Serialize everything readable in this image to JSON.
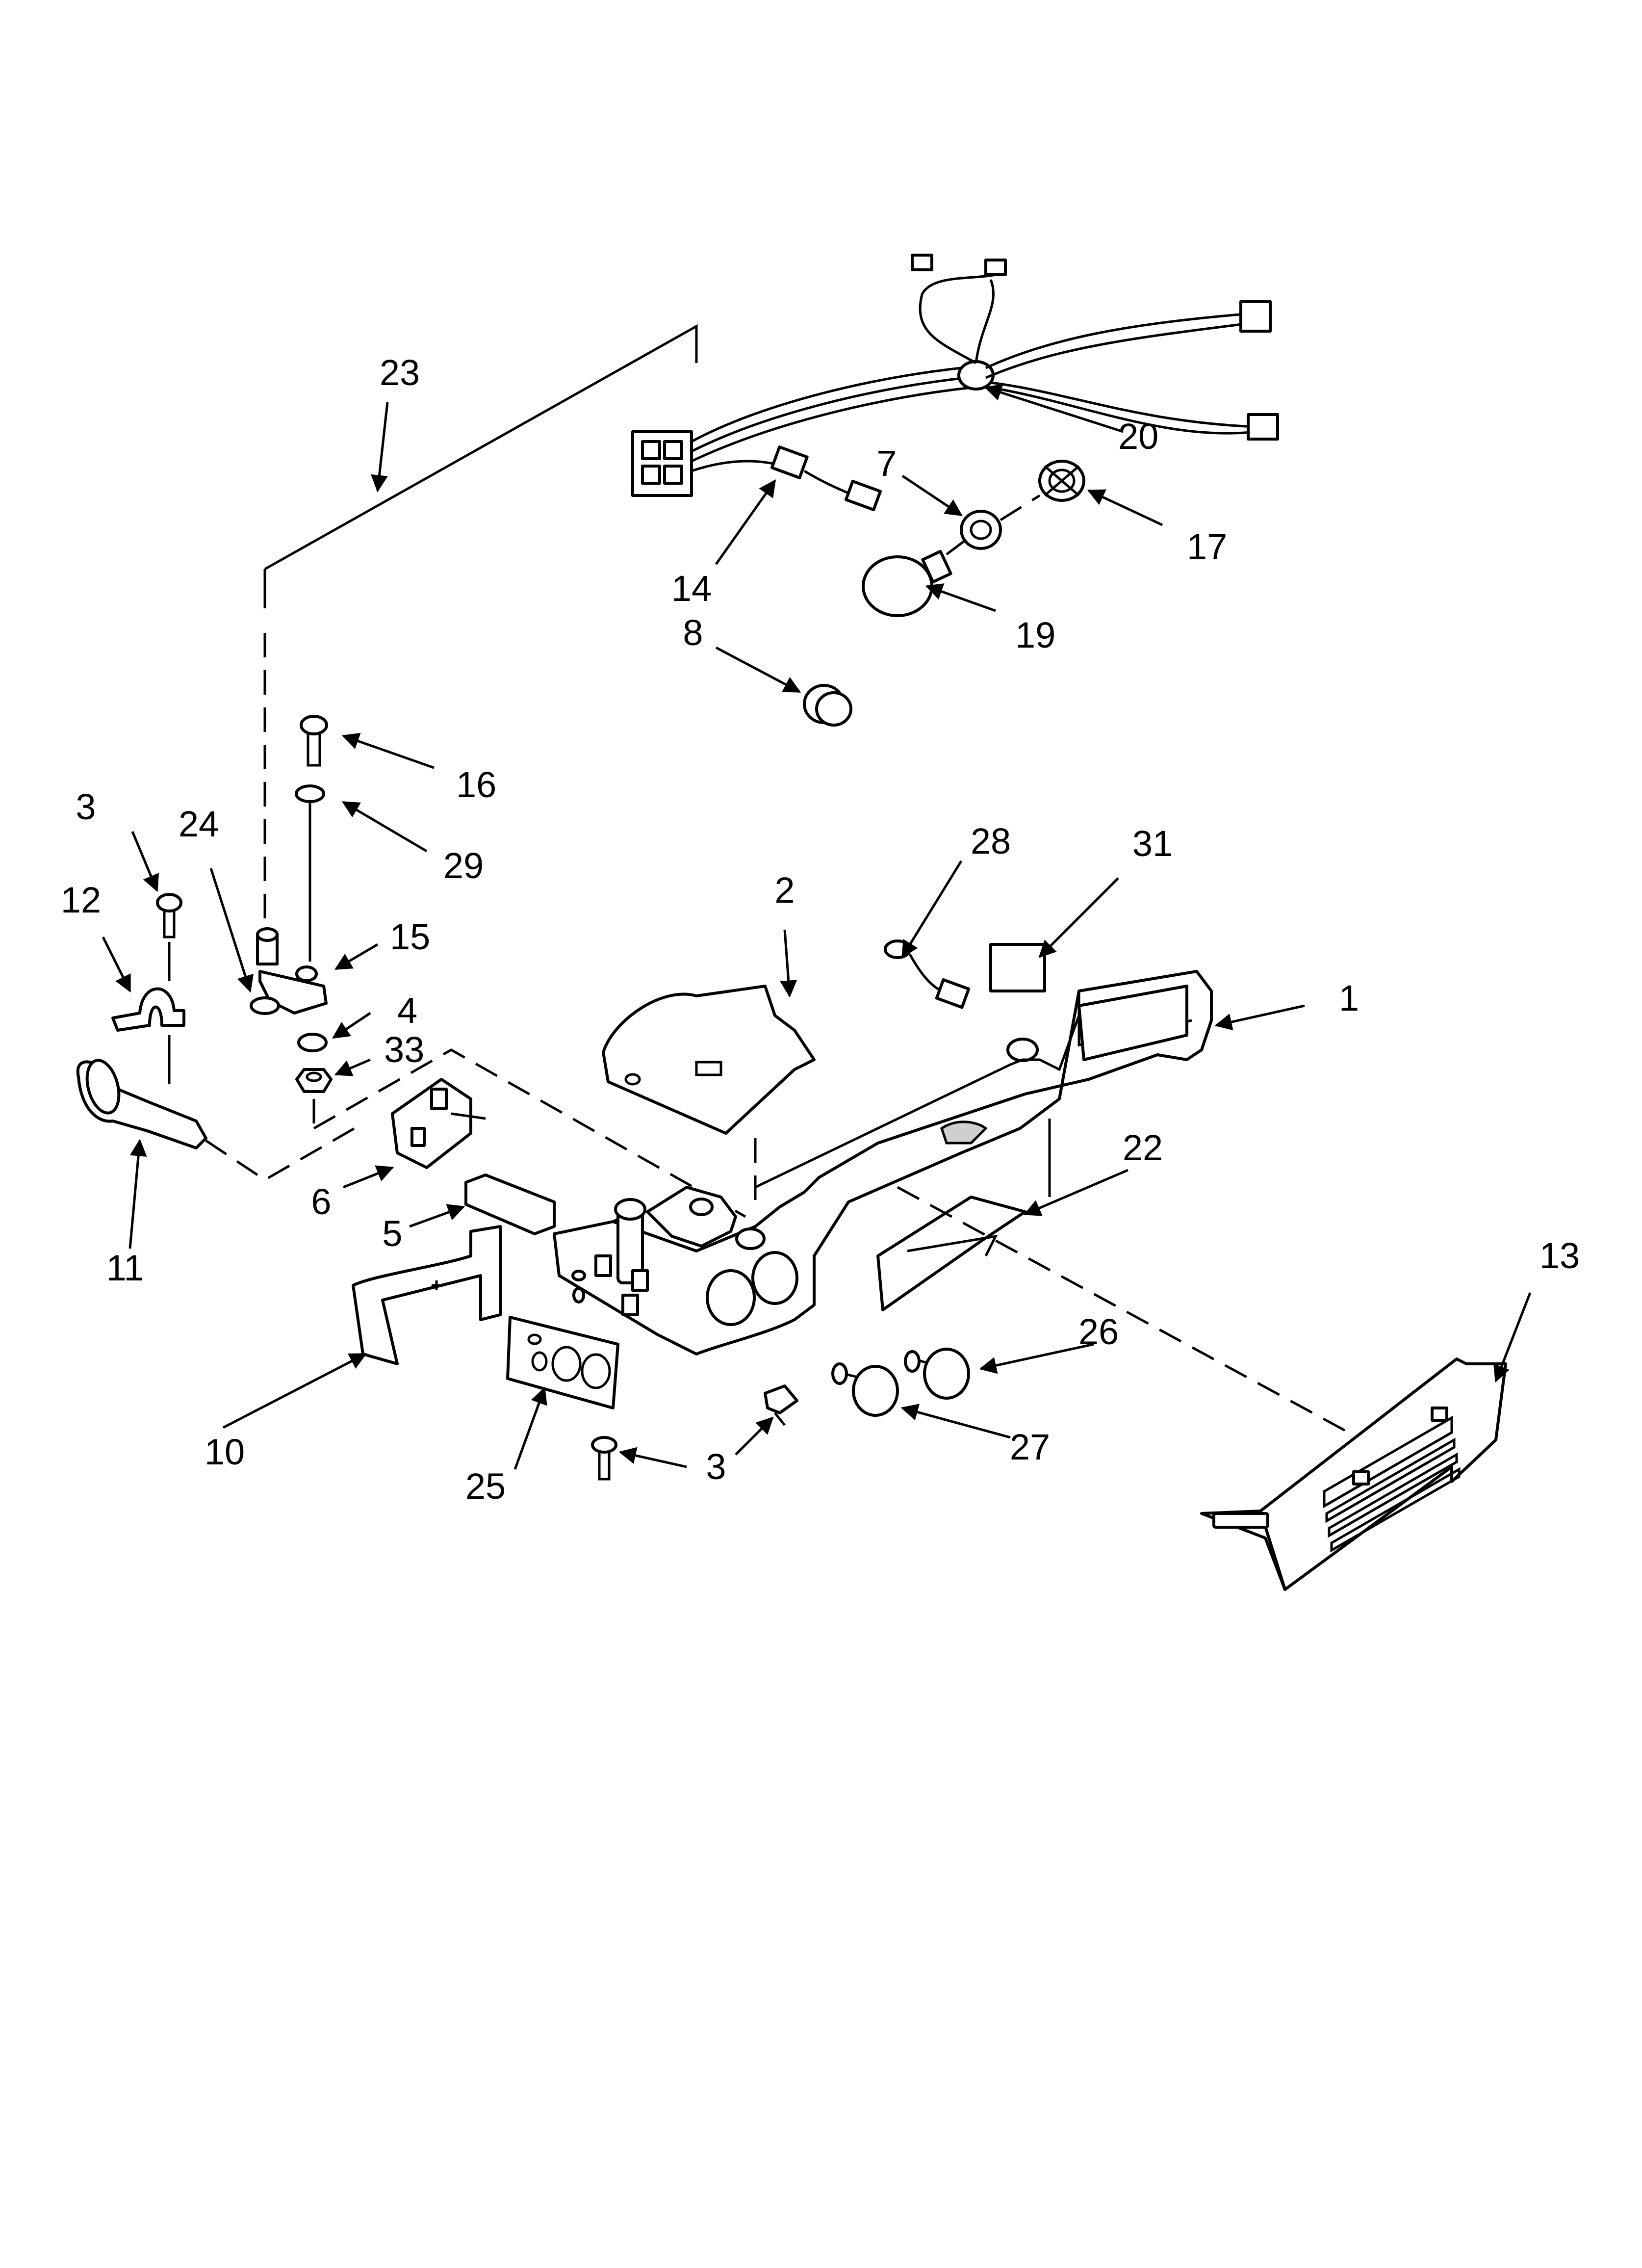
{
  "diagram": {
    "type": "exploded-parts-diagram",
    "callouts": [
      {
        "id": "lbl-1",
        "text": "1"
      },
      {
        "id": "lbl-2",
        "text": "2"
      },
      {
        "id": "lbl-3a",
        "text": "3"
      },
      {
        "id": "lbl-3b",
        "text": "3"
      },
      {
        "id": "lbl-4",
        "text": "4"
      },
      {
        "id": "lbl-5",
        "text": "5"
      },
      {
        "id": "lbl-6",
        "text": "6"
      },
      {
        "id": "lbl-7",
        "text": "7"
      },
      {
        "id": "lbl-8",
        "text": "8"
      },
      {
        "id": "lbl-10",
        "text": "10"
      },
      {
        "id": "lbl-11",
        "text": "11"
      },
      {
        "id": "lbl-12",
        "text": "12"
      },
      {
        "id": "lbl-13",
        "text": "13"
      },
      {
        "id": "lbl-14",
        "text": "14"
      },
      {
        "id": "lbl-15",
        "text": "15"
      },
      {
        "id": "lbl-16",
        "text": "16"
      },
      {
        "id": "lbl-17",
        "text": "17"
      },
      {
        "id": "lbl-19",
        "text": "19"
      },
      {
        "id": "lbl-20",
        "text": "20"
      },
      {
        "id": "lbl-22",
        "text": "22"
      },
      {
        "id": "lbl-23",
        "text": "23"
      },
      {
        "id": "lbl-24",
        "text": "24"
      },
      {
        "id": "lbl-25",
        "text": "25"
      },
      {
        "id": "lbl-26",
        "text": "26"
      },
      {
        "id": "lbl-27",
        "text": "27"
      },
      {
        "id": "lbl-28",
        "text": "28"
      },
      {
        "id": "lbl-29",
        "text": "29"
      },
      {
        "id": "lbl-31",
        "text": "31"
      },
      {
        "id": "lbl-33",
        "text": "33"
      }
    ]
  }
}
